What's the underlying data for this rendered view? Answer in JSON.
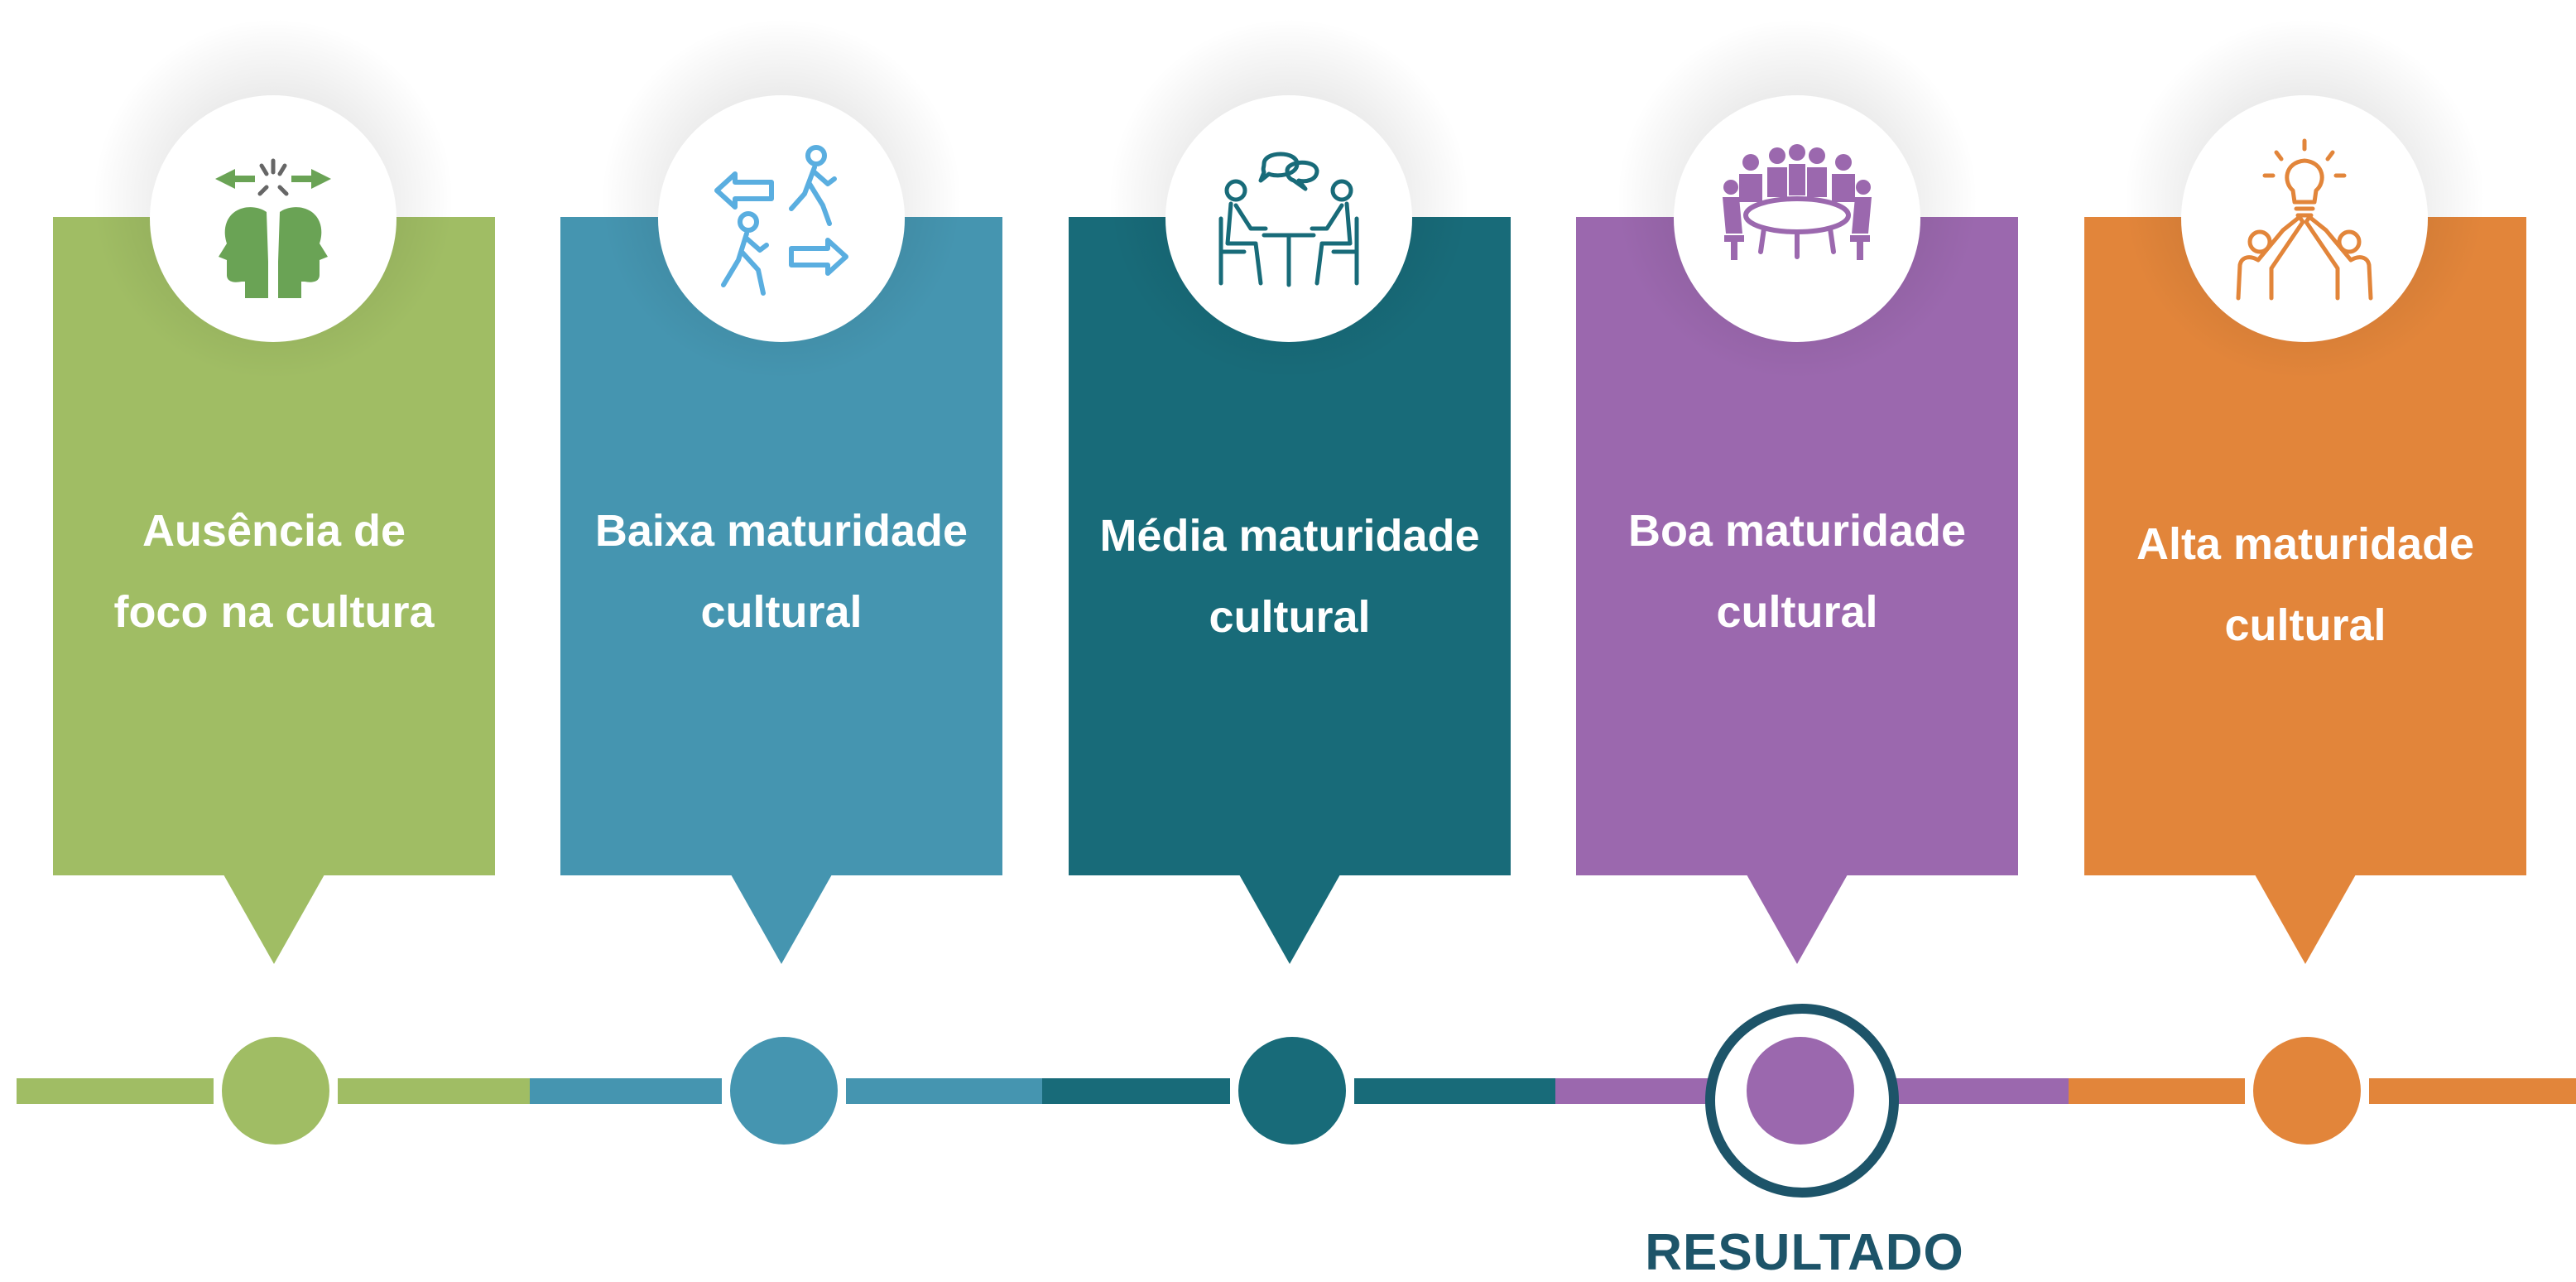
{
  "stages": [
    {
      "id": "ausencia",
      "label_line1": "Ausência de",
      "label_line2": "foco na cultura",
      "color": "#a0bd64",
      "icon_color": "#6aa355",
      "icon": "two-heads-conflict-icon"
    },
    {
      "id": "baixa",
      "label_line1": "Baixa maturidade",
      "label_line2": "cultural",
      "color": "#4595b0",
      "icon_color": "#5aaee0",
      "icon": "walking-people-arrows-icon"
    },
    {
      "id": "media",
      "label_line1": "Média maturidade",
      "label_line2": "cultural",
      "color": "#186b79",
      "icon_color": "#186b79",
      "icon": "conversation-at-table-icon"
    },
    {
      "id": "boa",
      "label_line1": "Boa maturidade",
      "label_line2": "cultural",
      "color": "#9b68ae",
      "icon_color": "#9b68ae",
      "icon": "meeting-table-icon"
    },
    {
      "id": "alta",
      "label_line1": "Alta maturidade",
      "label_line2": "cultural",
      "color": "#e2853a",
      "icon_color": "#e2853a",
      "icon": "lightbulb-high-five-icon"
    }
  ],
  "timeline": {
    "selected_stage": "boa",
    "marker_color": "#1d5469",
    "result_label": "RESULTADO"
  }
}
